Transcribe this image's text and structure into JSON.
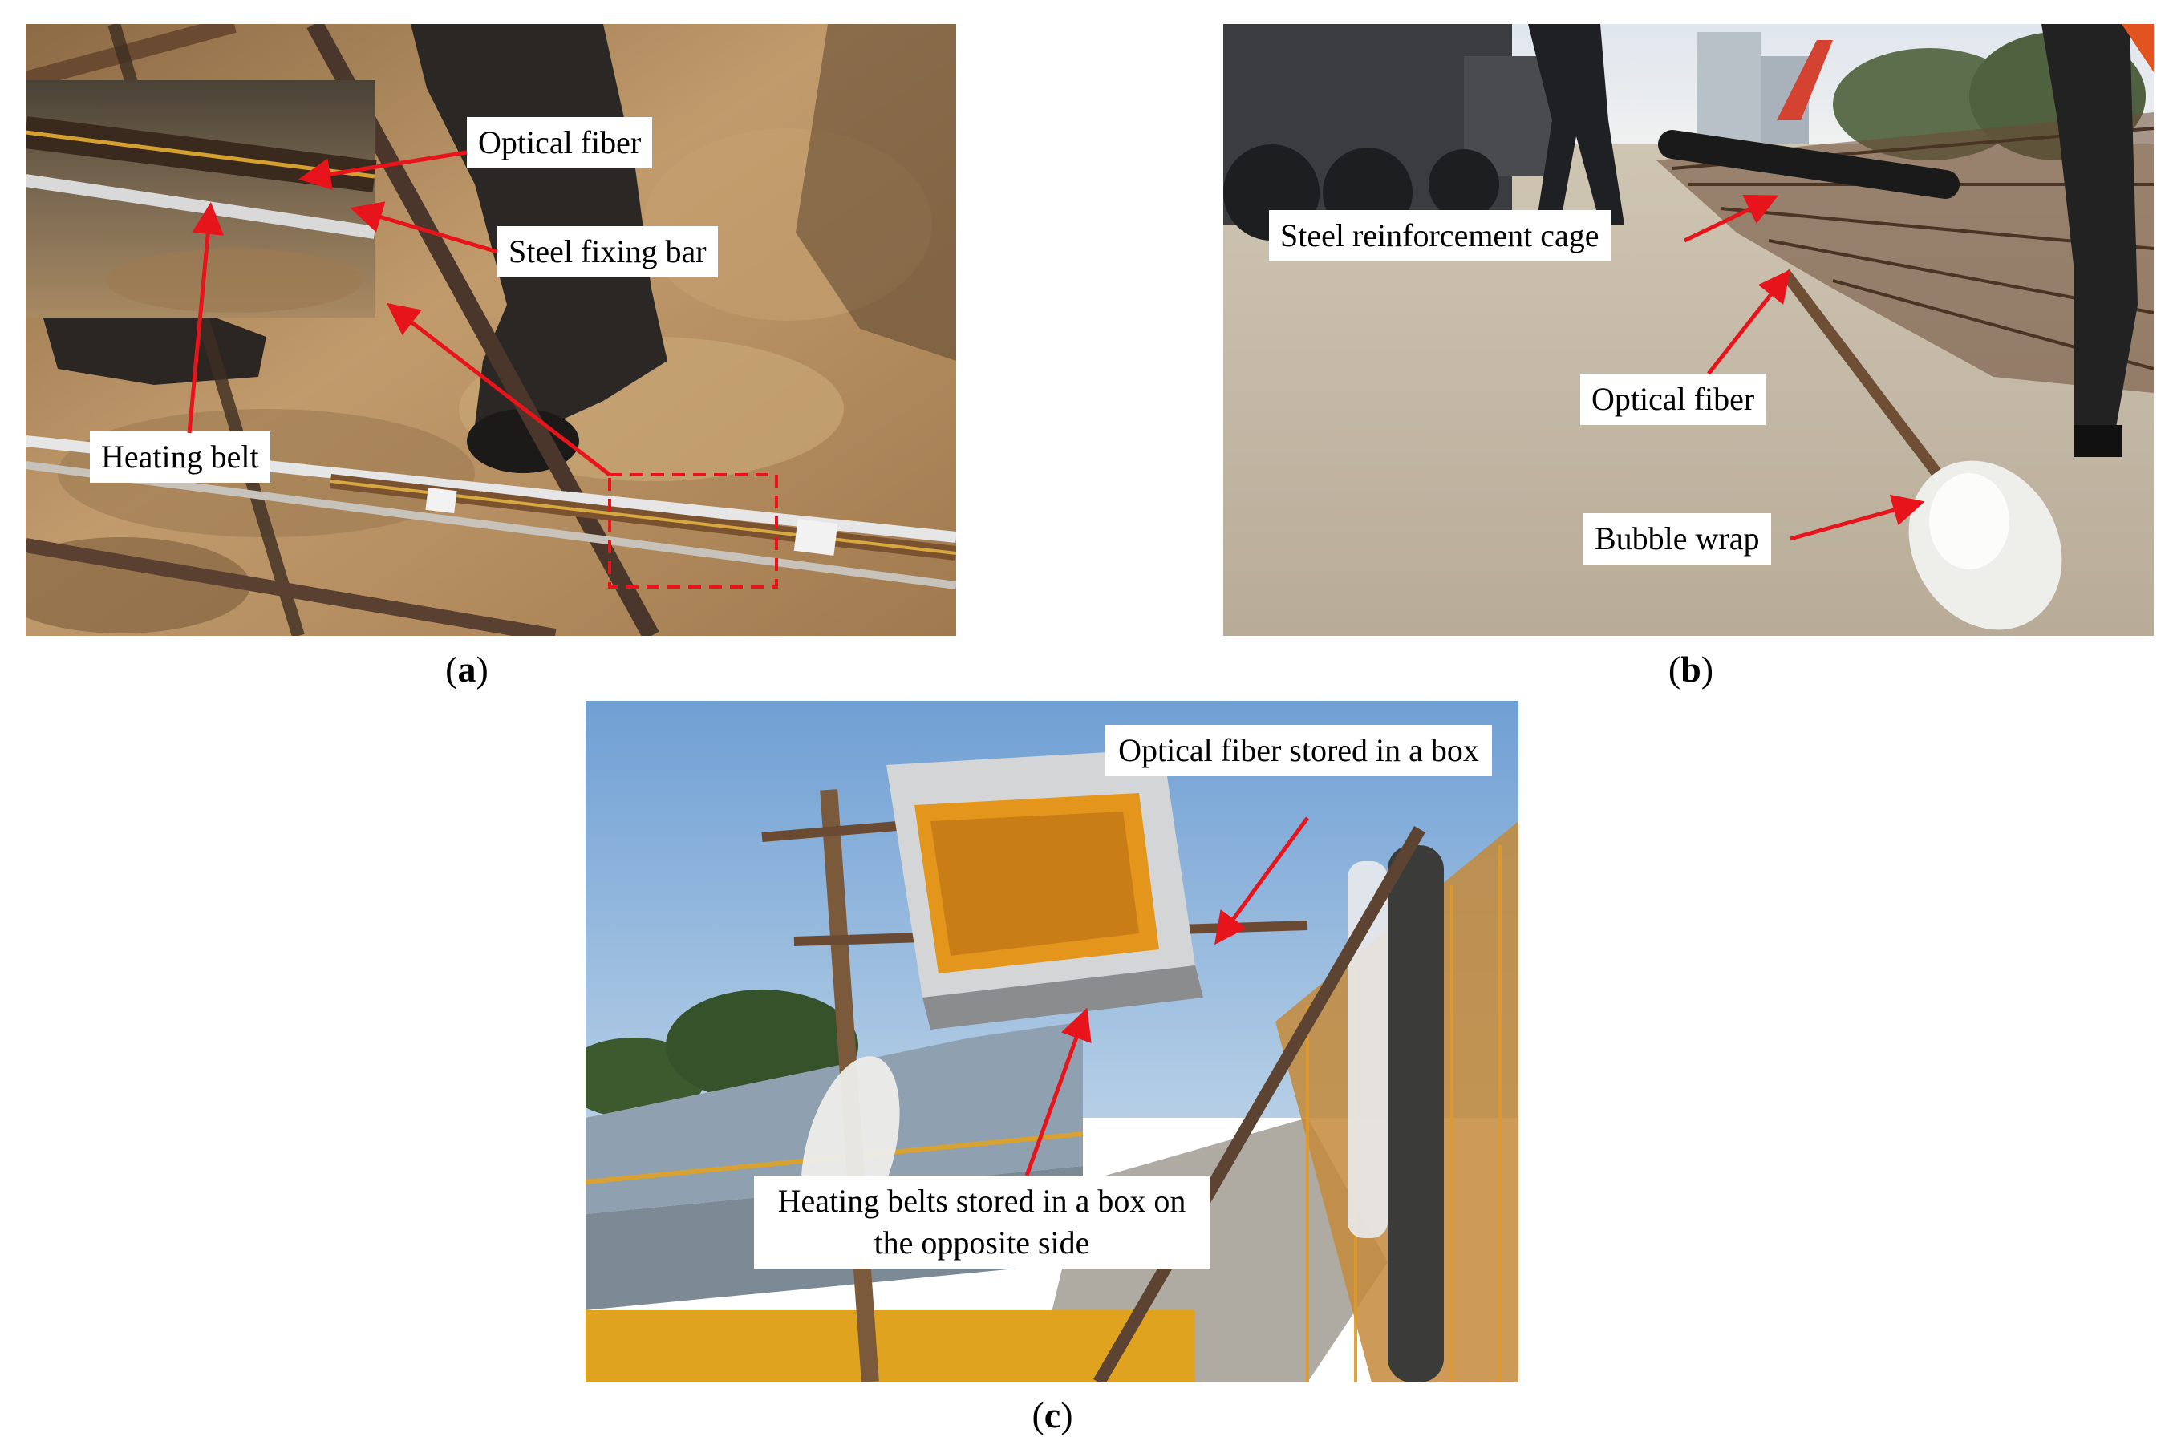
{
  "panels": {
    "a": {
      "caption_open": "(",
      "caption_letter": "a",
      "caption_close": ")",
      "labels": {
        "optical_fiber": "Optical fiber",
        "steel_fixing_bar": "Steel fixing bar",
        "heating_belt": "Heating belt"
      }
    },
    "b": {
      "caption_open": "(",
      "caption_letter": "b",
      "caption_close": ")",
      "labels": {
        "steel_reinforcement_cage": "Steel reinforcement cage",
        "optical_fiber": "Optical fiber",
        "bubble_wrap": "Bubble wrap"
      }
    },
    "c": {
      "caption_open": "(",
      "caption_letter": "c",
      "caption_close": ")",
      "labels": {
        "optical_fiber_box": "Optical fiber stored in a box",
        "heating_belts_box": "Heating belts stored in a box on the opposite side"
      }
    }
  },
  "colors": {
    "arrow": "#e8141b",
    "label_bg": "#ffffff",
    "mud": "#b9956a",
    "ground": "#c4b9a6",
    "sky": "#8fb5da"
  }
}
